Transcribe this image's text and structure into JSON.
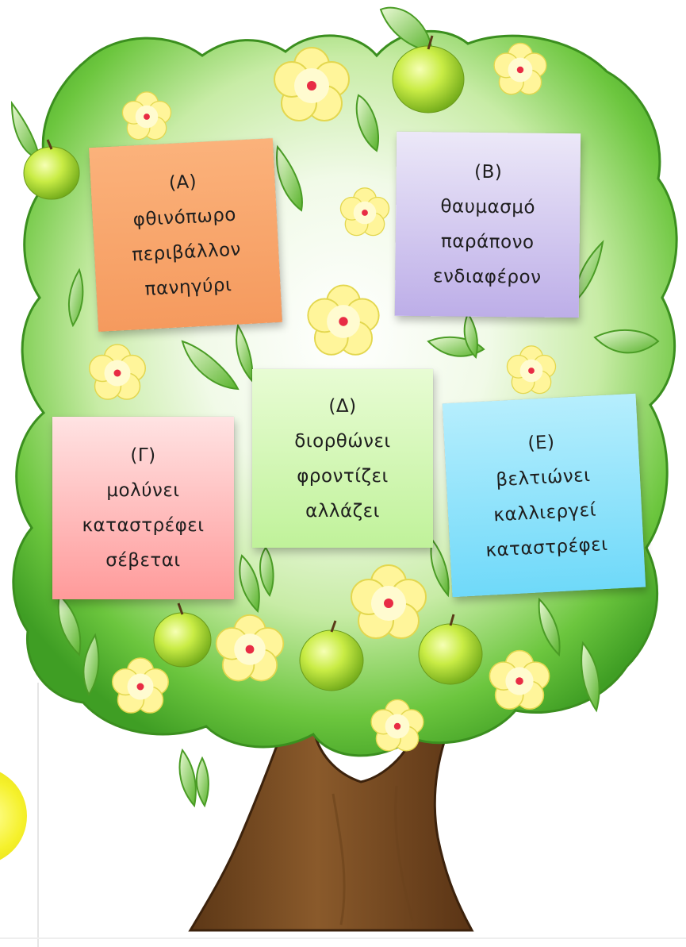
{
  "colors": {
    "foliage": "#5fbf3a",
    "foliage_light": "#eef9e4",
    "trunk": "#7a4e24",
    "flower": "#fff59a",
    "flower_center": "#e82c44",
    "apple": "#c6e84a",
    "sun": "#f3f02a"
  },
  "notes": {
    "a": {
      "label": "(Α)",
      "words": [
        "φθινόπωρο",
        "περιβάλλον",
        "πανηγύρι"
      ],
      "color": "#f8a76d"
    },
    "b": {
      "label": "(Β)",
      "words": [
        "θαυμασμό",
        "παράπονο",
        "ενδιαφέρον"
      ],
      "color": "#c7b9ee"
    },
    "d": {
      "label": "(Δ)",
      "words": [
        "διορθώνει",
        "φροντίζει",
        "αλλάζει"
      ],
      "color": "#cef8b1"
    },
    "g": {
      "label": "(Γ)",
      "words": [
        "μολύνει",
        "καταστρέφει",
        "σέβεται"
      ],
      "color": "#ff9f9f"
    },
    "e": {
      "label": "(Ε)",
      "words": [
        "βελτιώνει",
        "καλλιεργεί",
        "καταστρέφει"
      ],
      "color": "#8fe4fb"
    }
  },
  "icons": [
    "tree-illustration",
    "apple-icon",
    "flower-icon",
    "leaf-icon",
    "sun-icon"
  ]
}
